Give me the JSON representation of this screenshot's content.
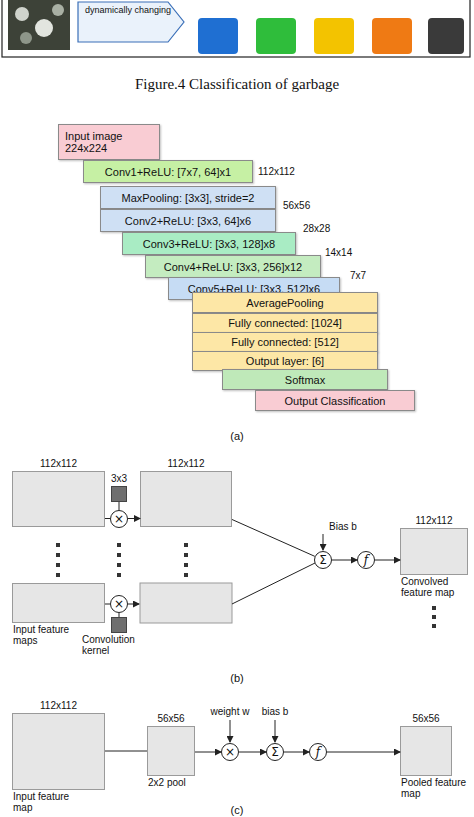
{
  "diagram": {
    "caption": "Figure.4 Classification of garbage",
    "nodes": [
      {
        "text": [
          "Input image 224x224"
        ]
      },
      {
        "text": [
          "Conv1+ReLU: [7x7, 64]x1"
        ]
      },
      {
        "text": [
          "MaxPooling: [3x3], stride=2"
        ]
      },
      {
        "text": [
          "Conv2+ReLU: [3x3, 64]x6"
        ]
      },
      {
        "text": [
          "Conv3+ReLU: [3x3, 128]x8"
        ]
      },
      {
        "text": [
          "Conv4+ReLU: [3x3, 256]x12"
        ]
      },
      {
        "text": [
          "Conv5+ReLU: [3x3, 512]x6"
        ]
      },
      {
        "text": [
          "AveragePooling"
        ]
      },
      {
        "text": [
          "Fully connected: [1024]"
        ]
      },
      {
        "text": [
          "Fully connected: [512]"
        ]
      },
      {
        "text": [
          "Output layer: [6]"
        ]
      },
      {
        "text": [
          "Softmax"
        ]
      },
      {
        "text": [
          "Output Classification"
        ]
      },
      {
        "text": [
          "112x112"
        ]
      },
      {
        "text": [
          "3x3"
        ]
      },
      {
        "text": [
          "×"
        ]
      },
      {
        "text": [
          "112x112"
        ]
      },
      {
        "text": [
          "Input feature maps"
        ]
      },
      {
        "text": [
          "×"
        ]
      },
      {
        "text": [
          "Convolution kernel"
        ]
      },
      {
        "text": [
          "Σ"
        ]
      },
      {
        "text": [
          "f"
        ]
      },
      {
        "text": [
          "112x112",
          "Convolved feature map"
        ]
      },
      {
        "text": [
          "112x112",
          "Input feature map"
        ]
      },
      {
        "text": [
          "56x56",
          "2x2 pool"
        ]
      },
      {
        "text": [
          "×"
        ]
      },
      {
        "text": [
          "Σ"
        ]
      },
      {
        "text": [
          "f"
        ]
      },
      {
        "text": [
          "56x56",
          "Pooled feature map"
        ]
      }
    ],
    "edges": [
      {
        "from": 13,
        "to": 15,
        "arrow": "none"
      },
      {
        "from": 14,
        "to": 15,
        "arrow": "none"
      },
      {
        "from": 15,
        "to": 16,
        "arrow": "to"
      },
      {
        "from": 16,
        "to": 20,
        "arrow": "none"
      },
      {
        "from": 17,
        "to": 18,
        "arrow": "none"
      },
      {
        "from": 19,
        "to": 18,
        "arrow": "none"
      },
      {
        "from": 20,
        "to": 21,
        "arrow": "to"
      },
      {
        "from": 21,
        "to": 22,
        "arrow": "to"
      },
      {
        "from": 23,
        "to": 24,
        "arrow": "none"
      },
      {
        "from": 24,
        "to": 25,
        "arrow": "to"
      },
      {
        "from": 25,
        "to": 26,
        "arrow": "to"
      },
      {
        "from": 26,
        "to": 27,
        "arrow": "to"
      },
      {
        "from": 27,
        "to": 28,
        "arrow": "to"
      }
    ],
    "labels": [
      "dynamically changing",
      "112x112",
      "56x56",
      "28x28",
      "14x14",
      "7x7",
      "(a)",
      "Bias b",
      "(b)",
      "weight w",
      "bias b",
      "(c)"
    ]
  }
}
